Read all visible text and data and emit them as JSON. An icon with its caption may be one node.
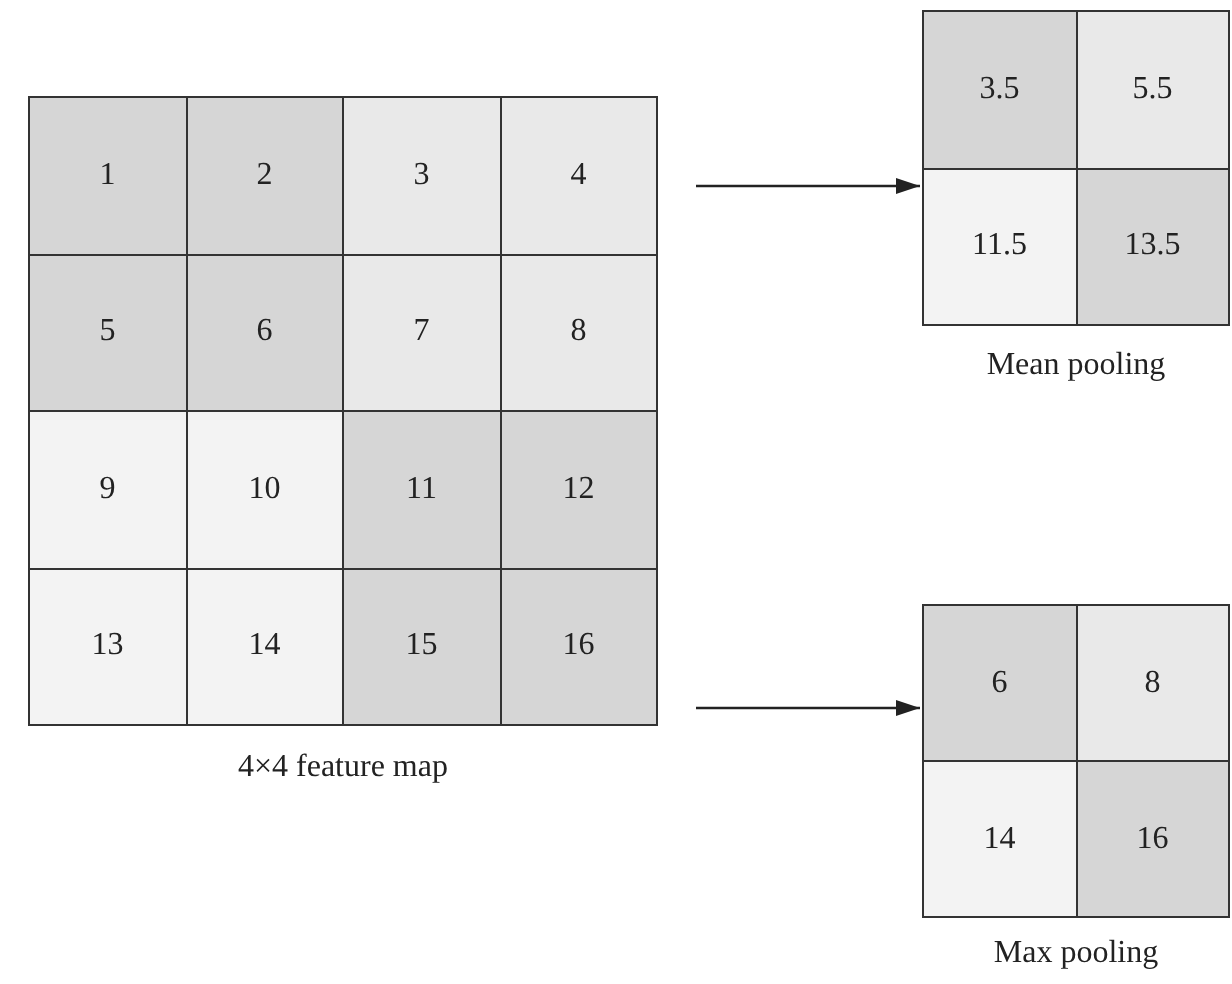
{
  "diagram": {
    "nodes": [
      {
        "text": [],
        "shape": "box",
        "beside": [
          "4×4 feature map"
        ]
      },
      {
        "text": [
          "1"
        ],
        "in": 0
      },
      {
        "text": [
          "2"
        ],
        "in": 0
      },
      {
        "text": [
          "3"
        ],
        "in": 0
      },
      {
        "text": [
          "4"
        ],
        "in": 0
      },
      {
        "text": [
          "5"
        ],
        "in": 0
      },
      {
        "text": [
          "6"
        ],
        "in": 0
      },
      {
        "text": [
          "7"
        ],
        "in": 0
      },
      {
        "text": [
          "8"
        ],
        "in": 0
      },
      {
        "text": [
          "9"
        ],
        "in": 0
      },
      {
        "text": [
          "10"
        ],
        "in": 0
      },
      {
        "text": [
          "11"
        ],
        "in": 0
      },
      {
        "text": [
          "12"
        ],
        "in": 0
      },
      {
        "text": [
          "13"
        ],
        "in": 0
      },
      {
        "text": [
          "14"
        ],
        "in": 0
      },
      {
        "text": [
          "15"
        ],
        "in": 0
      },
      {
        "text": [
          "16"
        ],
        "in": 0
      },
      {
        "text": [],
        "shape": "box",
        "beside": [
          "Mean pooling"
        ]
      },
      {
        "text": [
          "3.5"
        ],
        "in": 17
      },
      {
        "text": [
          "5.5"
        ],
        "in": 17
      },
      {
        "text": [
          "11.5"
        ],
        "in": 17
      },
      {
        "text": [
          "13.5"
        ],
        "in": 17
      },
      {
        "text": [],
        "shape": "box",
        "beside": [
          "Max pooling"
        ]
      },
      {
        "text": [
          "6"
        ],
        "in": 22
      },
      {
        "text": [
          "8"
        ],
        "in": 22
      },
      {
        "text": [
          "14"
        ],
        "in": 22
      },
      {
        "text": [
          "16"
        ],
        "in": 22
      }
    ],
    "edges": [
      {
        "from": 0,
        "to": 17,
        "arrow": "to"
      },
      {
        "from": 0,
        "to": 22,
        "arrow": "to"
      }
    ]
  }
}
